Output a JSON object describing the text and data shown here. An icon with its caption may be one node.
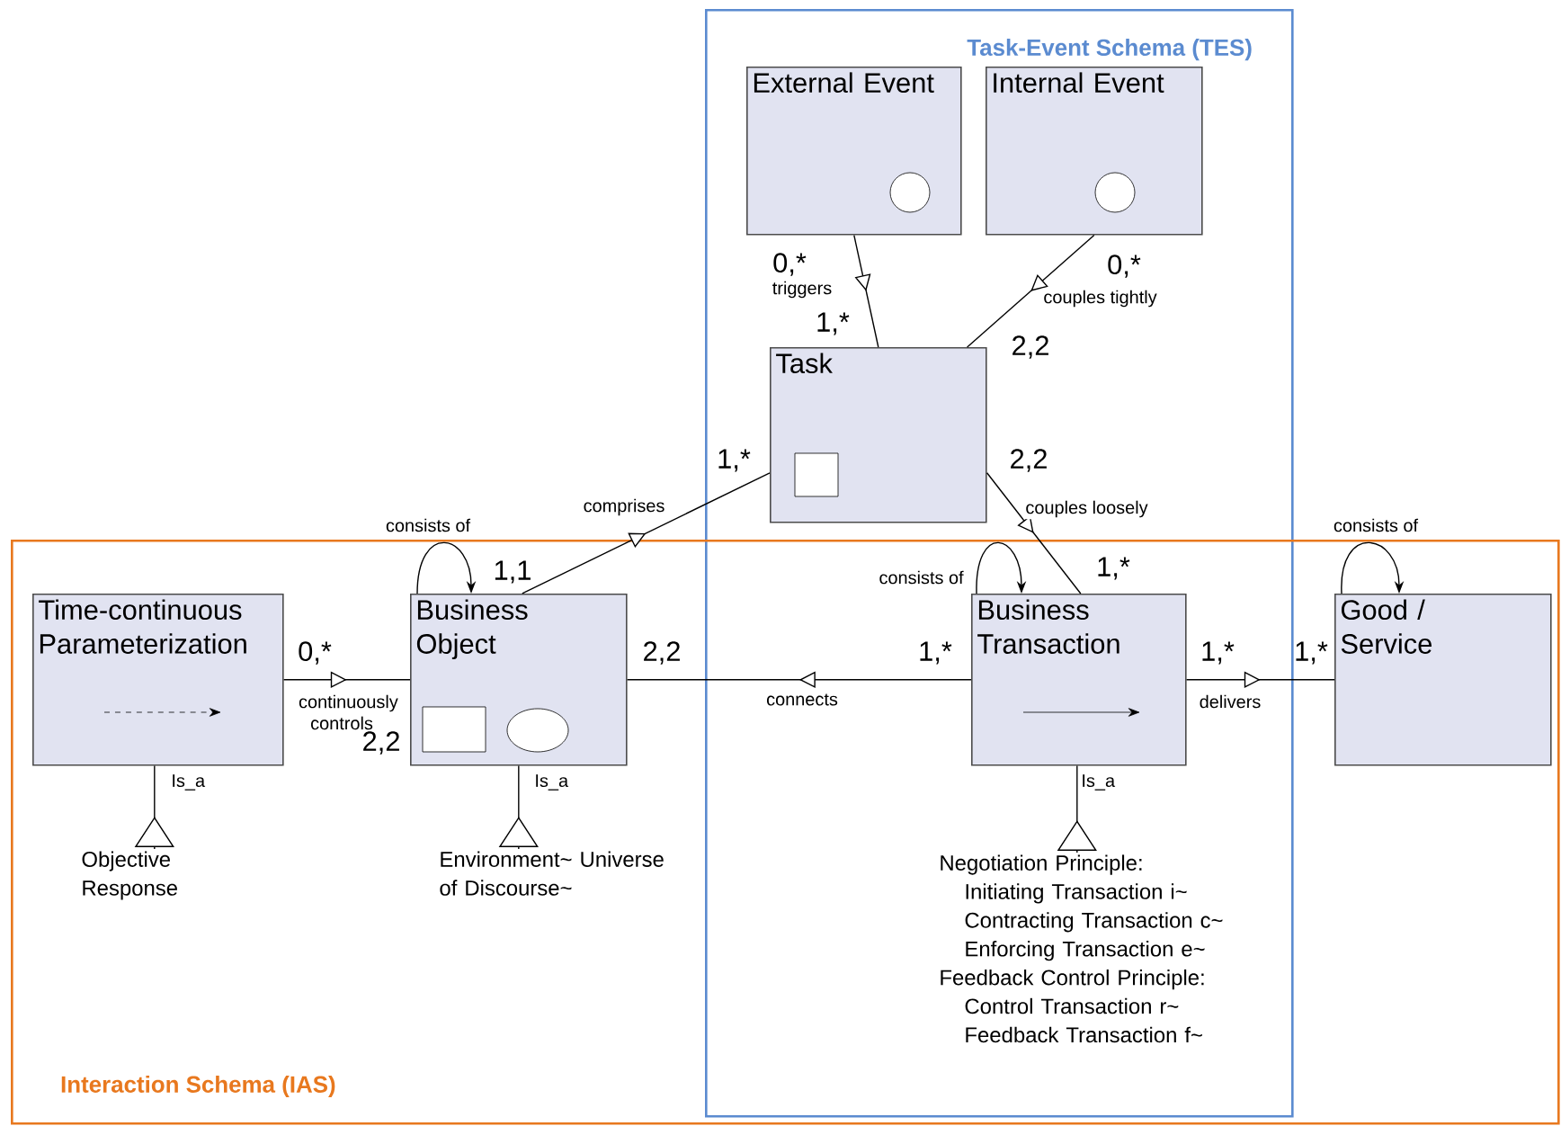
{
  "diagram": {
    "nodes": [
      {
        "text": [
          "Task-Event Schema (TES)"
        ]
      },
      {
        "text": [
          "Interaction Schema (IAS)"
        ]
      },
      {
        "text": [
          "External Event"
        ],
        "in": 0
      },
      {
        "text": [
          "Internal Event"
        ],
        "in": 0
      },
      {
        "text": [
          "Task"
        ],
        "in": 0
      },
      {
        "text": [
          "Time-continuous Parameterization"
        ],
        "in": 1
      },
      {
        "text": [
          "Business Object"
        ],
        "in": 1
      },
      {
        "text": [
          "Business Transaction"
        ]
      },
      {
        "text": [
          "Good / Service"
        ],
        "in": 1
      },
      {
        "text": [
          "Objective Response"
        ],
        "in": 1
      },
      {
        "text": [
          "Environment~ Universe of Discourse~"
        ],
        "in": 1
      },
      {
        "text": [
          "Negotiation Principle:",
          "Initiating Transaction i~",
          "Contracting Transaction c~",
          "Enforcing Transaction e~",
          "Feedback Control Principle:",
          "Control Transaction r~",
          "Feedback Transaction f~"
        ]
      }
    ],
    "edges": [
      {
        "from": 2,
        "to": 4,
        "arrow": "to",
        "label": "triggers"
      },
      {
        "from": 3,
        "to": 4,
        "arrow": "to",
        "label": "couples tightly"
      },
      {
        "from": 6,
        "to": 4,
        "arrow": "to",
        "label": "comprises"
      },
      {
        "from": 4,
        "to": 7,
        "arrow": "to",
        "label": "couples loosely"
      },
      {
        "from": 6,
        "to": 6,
        "arrow": "to",
        "label": "consists of"
      },
      {
        "from": 7,
        "to": 7,
        "arrow": "to",
        "label": "consists of"
      },
      {
        "from": 8,
        "to": 8,
        "arrow": "to",
        "label": "consists of"
      },
      {
        "from": 5,
        "to": 6,
        "arrow": "to",
        "label": "continuously controls"
      },
      {
        "from": 7,
        "to": 6,
        "arrow": "to",
        "label": "connects"
      },
      {
        "from": 7,
        "to": 8,
        "arrow": "to",
        "label": "delivers"
      },
      {
        "from": 9,
        "to": 5,
        "arrow": "to",
        "label": "Is_a"
      },
      {
        "from": 10,
        "to": 6,
        "arrow": "to",
        "label": "Is_a"
      },
      {
        "from": 11,
        "to": 7,
        "arrow": "to",
        "label": "Is_a"
      }
    ],
    "labels": [
      "0,*",
      "0,*",
      "1,*",
      "2,2",
      "1,*",
      "2,2",
      "1,1",
      "1,*",
      "0,*",
      "2,2",
      "1,*",
      "1,*",
      "1,*",
      "2,2"
    ]
  }
}
